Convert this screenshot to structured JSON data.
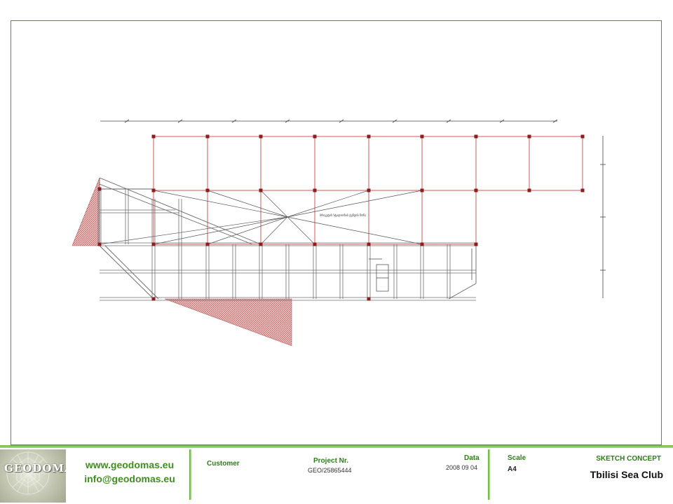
{
  "title_block": {
    "logo_text": "GEODOMAS",
    "website": "www.geodomas.eu",
    "email": "info@geodomas.eu",
    "customer_label": "Customer",
    "project_nr_label": "Project Nr.",
    "project_nr_value": "GEO/25865444",
    "date_label": "Data",
    "date_value": "2008 09 04",
    "scale_label": "Scale",
    "scale_value": "A4",
    "stage_label": "SKETCH CONCEPT",
    "project_title": "Tbilisi Sea Club"
  },
  "drawing": {
    "room_note": "ბრიკეტის სტადიონის ტენტის ზონა",
    "colors": {
      "frame": "#2e9a55",
      "structure": "#cc3b3b",
      "column": "#8a1f1f",
      "hatch": "#c97a7a",
      "grid": "#8a8a8a"
    }
  }
}
